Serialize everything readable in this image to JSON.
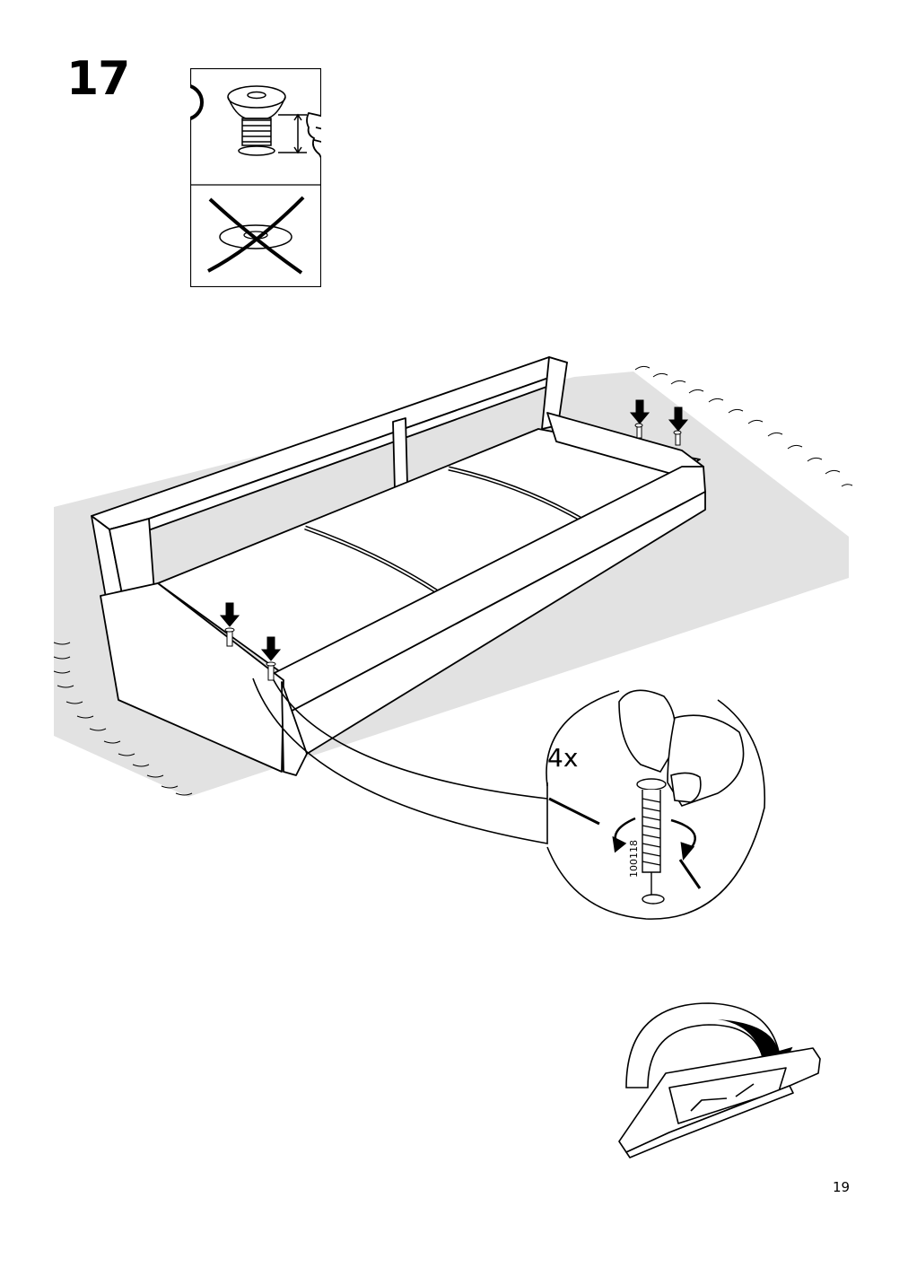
{
  "step": {
    "number": "17"
  },
  "page": {
    "number": "19"
  },
  "info_panel": {
    "icon": "info-icon",
    "correct_icon": "screw-height-gauge-icon",
    "wrong_icon": "crossed-flush-screw-icon"
  },
  "fastening": {
    "quantity": "4x",
    "part_number": "100118",
    "icons": [
      "down-arrow-icon",
      "screw-icon",
      "rotate-clockwise-icon",
      "hand-icon"
    ]
  },
  "next_action": {
    "icon": "flip-over-arrow-icon"
  },
  "colors": {
    "ink": "#000000",
    "floor": "#e2e2e2",
    "background": "#ffffff"
  }
}
